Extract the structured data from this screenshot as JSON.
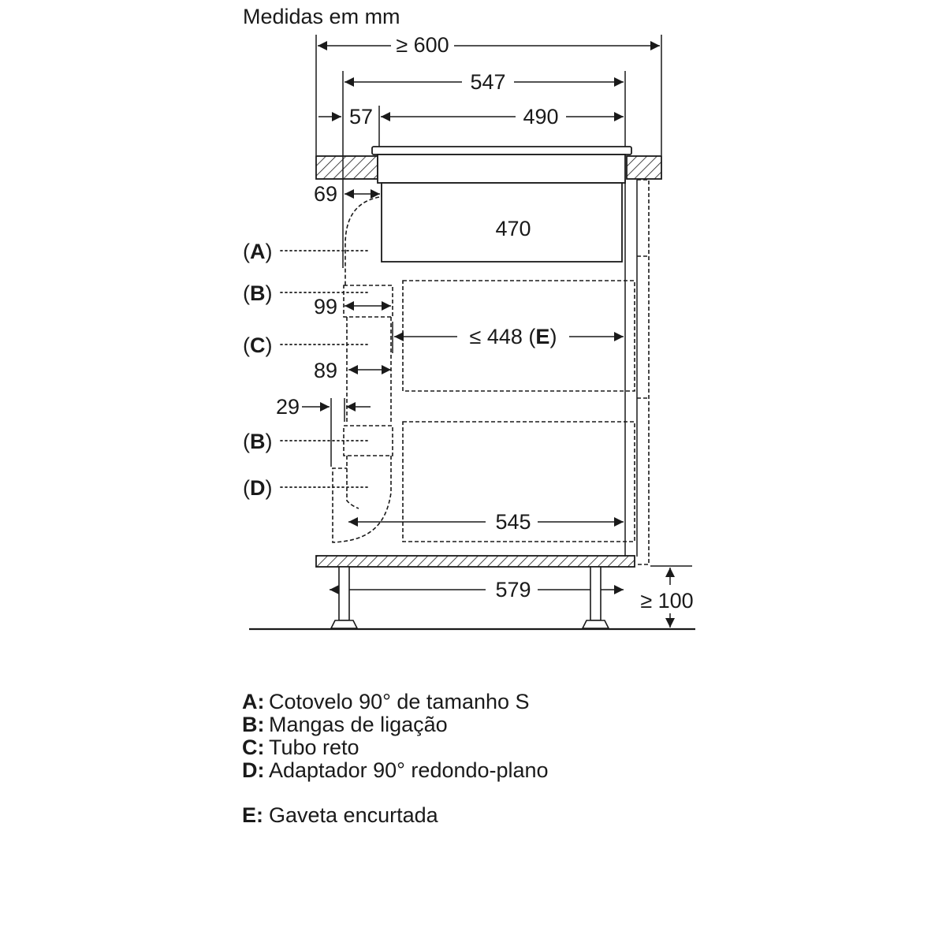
{
  "header": {
    "title": "Medidas em mm"
  },
  "dimensions": {
    "overall_width": "≥ 600",
    "hob_width": "547",
    "offset_left": "57",
    "cutout_width": "490",
    "duct_offset": "69",
    "unit_width": "470",
    "sleeve_depth": "99",
    "drawer_width": "≤ 448",
    "drawer_tag": "E",
    "pipe_depth": "89",
    "adapter_offset": "29",
    "bottom_width": "545",
    "plinth_width": "579",
    "plinth_height": "≥ 100"
  },
  "callouts": {
    "a": "A",
    "b1": "B",
    "c": "C",
    "b2": "B",
    "d": "D"
  },
  "legend": [
    {
      "key": "A:",
      "text": "Cotovelo 90° de tamanho S"
    },
    {
      "key": "B:",
      "text": "Mangas de ligação"
    },
    {
      "key": "C:",
      "text": "Tubo reto"
    },
    {
      "key": "D:",
      "text": "Adaptador 90° redondo-plano"
    },
    {
      "key": "E:",
      "text": "Gaveta encurtada"
    }
  ]
}
